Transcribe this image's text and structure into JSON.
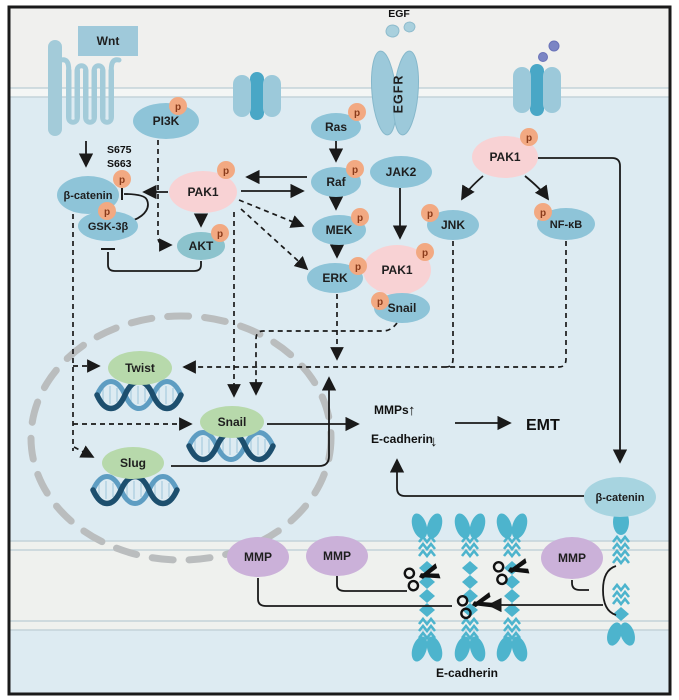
{
  "figure": {
    "labels": {
      "wnt": "Wnt",
      "egf": "EGF",
      "egfr": "EGFR",
      "pi3k": "PI3K",
      "s675": "S675",
      "s663": "S663",
      "beta_catenin": "β-catenin",
      "gsk3b": "GSK-3β",
      "pak1": "PAK1",
      "akt": "AKT",
      "ras": "Ras",
      "raf": "Raf",
      "mek": "MEK",
      "erk": "ERK",
      "jak2": "JAK2",
      "snail_phospho": "Snail",
      "jnk": "JNK",
      "nfkb": "NF-κB",
      "twist": "Twist",
      "snail_nuclear": "Snail",
      "slug": "Slug",
      "mmps": "MMPs",
      "up_arrow": "↑",
      "e_cadherin_text": "E-cadherin",
      "down_arrow": "↓",
      "emt": "EMT",
      "beta_catenin_membrane": "β-catenin",
      "mmp": "MMP",
      "e_cadherin_label": "E-cadherin",
      "phospho": "p"
    },
    "colors": {
      "node_blue": "#8ec4d8",
      "node_pink": "#f8d2d4",
      "node_green": "#b7d9ab",
      "node_purple": "#cbb1d9",
      "phospho_fill": "#f2a982",
      "phospho_text": "#8a3b1b",
      "receptor_blue": "#9cc9da",
      "channel_core": "#49a7c6",
      "cadherin_teal": "#4db4cd",
      "beta_catenin_light": "#a7d4e0",
      "dna_dark": "#1d4f6e",
      "dna_light": "#5e9dc2",
      "nucleus_dash": "#babdbe",
      "cytoplasm": "#ddebf2",
      "extracellular": "#f0f0ee",
      "wnt_box": "#9fc9da",
      "ligand_dots": "#7b85c4",
      "line": "#1a1a1a"
    }
  }
}
